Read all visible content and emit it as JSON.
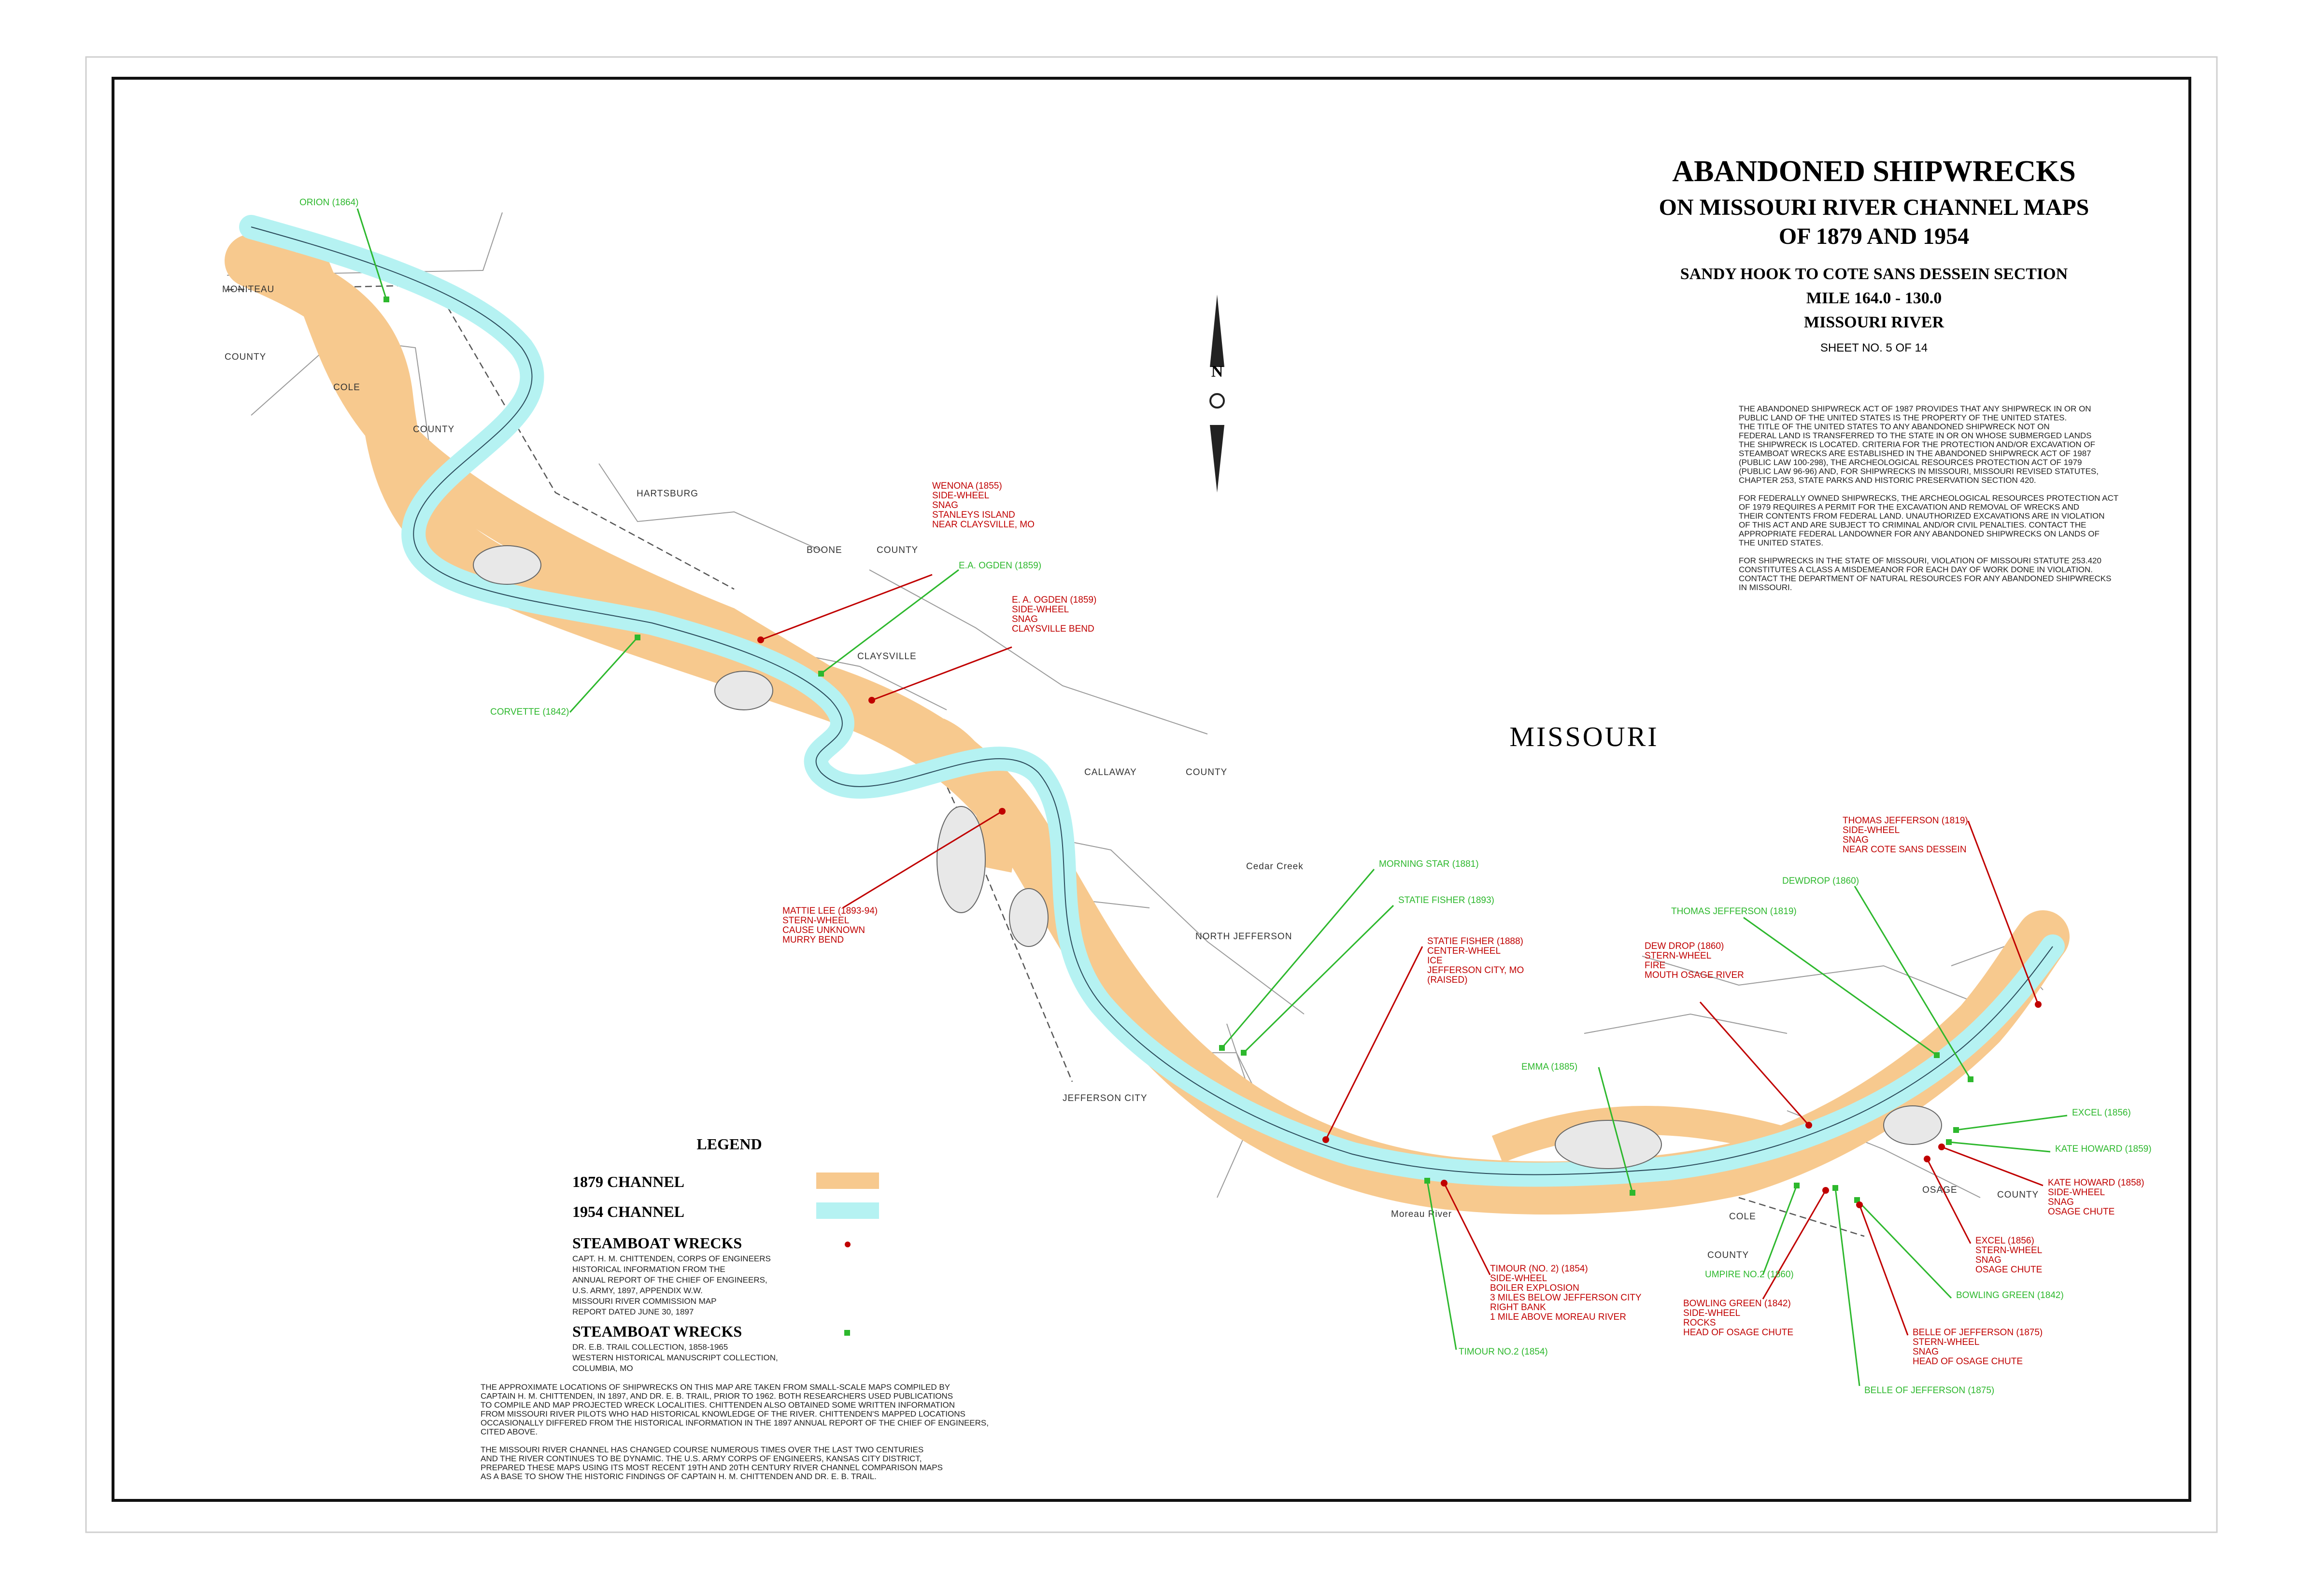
{
  "title": {
    "line1": "ABANDONED SHIPWRECKS",
    "line2": "ON MISSOURI RIVER CHANNEL MAPS",
    "line3": "OF 1879 AND 1954",
    "section": "SANDY HOOK TO COTE SANS DESSEIN SECTION",
    "mile": "MILE 164.0 - 130.0",
    "river": "MISSOURI RIVER",
    "sheet": "SHEET NO. 5 OF 14"
  },
  "state_label": "MISSOURI",
  "compass_letter": "N",
  "act_notes": [
    "THE ABANDONED SHIPWRECK ACT OF 1987 PROVIDES THAT ANY SHIPWRECK IN OR ON",
    "PUBLIC LAND OF THE UNITED STATES IS THE PROPERTY OF THE UNITED STATES.",
    "THE TITLE OF THE UNITED STATES TO ANY ABANDONED SHIPWRECK NOT ON",
    "FEDERAL LAND IS TRANSFERRED TO THE STATE IN OR ON WHOSE SUBMERGED LANDS",
    "THE SHIPWRECK IS LOCATED. CRITERIA FOR THE PROTECTION AND/OR EXCAVATION OF",
    "STEAMBOAT WRECKS ARE ESTABLISHED IN THE ABANDONED SHIPWRECK ACT OF 1987",
    "(PUBLIC LAW 100-298), THE ARCHEOLOGICAL RESOURCES PROTECTION ACT OF 1979",
    "(PUBLIC LAW 96-96) AND, FOR SHIPWRECKS IN MISSOURI, MISSOURI REVISED STATUTES,",
    "CHAPTER 253, STATE PARKS AND HISTORIC PRESERVATION SECTION 420.",
    "",
    "FOR FEDERALLY OWNED SHIPWRECKS, THE ARCHEOLOGICAL RESOURCES PROTECTION ACT",
    "OF 1979 REQUIRES A PERMIT FOR THE EXCAVATION AND REMOVAL OF WRECKS AND",
    "THEIR CONTENTS FROM FEDERAL LAND. UNAUTHORIZED EXCAVATIONS ARE IN VIOLATION",
    "OF THIS ACT AND ARE SUBJECT TO CRIMINAL AND/OR CIVIL PENALTIES. CONTACT THE",
    "APPROPRIATE FEDERAL LANDOWNER FOR ANY ABANDONED SHIPWRECKS ON LANDS OF",
    "THE UNITED STATES.",
    "",
    "FOR SHIPWRECKS IN THE STATE OF MISSOURI, VIOLATION OF MISSOURI STATUTE 253.420",
    "CONSTITUTES A CLASS A MISDEMEANOR FOR EACH DAY OF WORK DONE IN VIOLATION.",
    "CONTACT THE DEPARTMENT OF NATURAL RESOURCES FOR ANY ABANDONED SHIPWRECKS",
    "IN MISSOURI."
  ],
  "legend": {
    "title": "LEGEND",
    "channel_1879": "1879 CHANNEL",
    "channel_1954": "1954 CHANNEL",
    "color_1879": "#f7c98e",
    "color_1954": "#b5f2f2",
    "red_heading": "STEAMBOAT WRECKS",
    "red_lines": [
      "CAPT. H. M. CHITTENDEN, CORPS OF ENGINEERS",
      "HISTORICAL INFORMATION FROM THE",
      "ANNUAL REPORT OF THE CHIEF OF ENGINEERS,",
      "U.S. ARMY, 1897, APPENDIX W.W.",
      "MISSOURI RIVER COMMISSION MAP",
      "REPORT DATED JUNE 30, 1897"
    ],
    "green_heading": "STEAMBOAT WRECKS",
    "green_lines": [
      "DR. E.B. TRAIL COLLECTION, 1858-1965",
      "WESTERN HISTORICAL MANUSCRIPT COLLECTION,",
      "COLUMBIA, MO"
    ],
    "red_color": "#c00000",
    "green_color": "#2db82d"
  },
  "bottom_notes": [
    "THE APPROXIMATE LOCATIONS OF SHIPWRECKS ON THIS MAP ARE TAKEN FROM SMALL-SCALE MAPS COMPILED BY",
    "CAPTAIN H. M. CHITTENDEN, IN 1897, AND DR. E. B. TRAIL, PRIOR TO 1962. BOTH RESEARCHERS USED PUBLICATIONS",
    "TO COMPILE AND MAP PROJECTED WRECK LOCALITIES. CHITTENDEN ALSO OBTAINED SOME WRITTEN INFORMATION",
    "FROM MISSOURI RIVER PILOTS WHO HAD HISTORICAL KNOWLEDGE OF THE RIVER. CHITTENDEN'S MAPPED LOCATIONS",
    "OCCASIONALLY DIFFERED FROM THE HISTORICAL INFORMATION IN THE 1897 ANNUAL REPORT OF THE CHIEF OF ENGINEERS,",
    "CITED ABOVE.",
    "",
    "THE MISSOURI RIVER CHANNEL HAS CHANGED COURSE NUMEROUS TIMES OVER THE LAST TWO CENTURIES",
    "AND THE RIVER CONTINUES TO BE DYNAMIC. THE U.S. ARMY CORPS OF ENGINEERS, KANSAS CITY DISTRICT,",
    "PREPARED THESE MAPS USING ITS MOST RECENT 19TH AND 20TH CENTURY RIVER CHANNEL COMPARISON MAPS",
    "AS A BASE TO SHOW THE HISTORIC FINDINGS OF CAPTAIN H. M. CHITTENDEN AND DR. E. B. TRAIL."
  ],
  "places": [
    {
      "id": "moniteau",
      "text": "MONITEAU"
    },
    {
      "id": "county-w",
      "text": "COUNTY"
    },
    {
      "id": "cole",
      "text": "COLE"
    },
    {
      "id": "county-c",
      "text": "COUNTY"
    },
    {
      "id": "hartsburg",
      "text": "HARTSBURG"
    },
    {
      "id": "boone",
      "text": "BOONE"
    },
    {
      "id": "boone-county",
      "text": "COUNTY"
    },
    {
      "id": "claysville",
      "text": "CLAYSVILLE"
    },
    {
      "id": "callaway",
      "text": "CALLAWAY"
    },
    {
      "id": "callaway-county",
      "text": "COUNTY"
    },
    {
      "id": "north-jefferson",
      "text": "NORTH JEFFERSON"
    },
    {
      "id": "jefferson-city",
      "text": "JEFFERSON CITY"
    },
    {
      "id": "cole2",
      "text": "COLE"
    },
    {
      "id": "county2",
      "text": "COUNTY"
    },
    {
      "id": "osage",
      "text": "OSAGE"
    },
    {
      "id": "osage-county",
      "text": "COUNTY"
    },
    {
      "id": "cedar-creek",
      "text": "Cedar Creek"
    },
    {
      "id": "moreau",
      "text": "Moreau River"
    }
  ],
  "wrecks": [
    {
      "id": "orion",
      "color": "green",
      "lines": [
        "ORION (1864)"
      ]
    },
    {
      "id": "wenona",
      "color": "red",
      "lines": [
        "WENONA (1855)",
        "SIDE-WHEEL",
        "SNAG",
        "STANLEYS ISLAND",
        "NEAR CLAYSVILLE, MO"
      ]
    },
    {
      "id": "ea-ogden-g",
      "color": "green",
      "lines": [
        "E.A. OGDEN (1859)"
      ]
    },
    {
      "id": "ea-ogden-r",
      "color": "red",
      "lines": [
        "E. A. OGDEN (1859)",
        "SIDE-WHEEL",
        "SNAG",
        "CLAYSVILLE BEND"
      ]
    },
    {
      "id": "corvette",
      "color": "green",
      "lines": [
        "CORVETTE (1842)"
      ]
    },
    {
      "id": "mattie-lee",
      "color": "red",
      "lines": [
        "MATTIE LEE (1893-94)",
        "STERN-WHEEL",
        "CAUSE UNKNOWN",
        "MURRY BEND"
      ]
    },
    {
      "id": "morning-star",
      "color": "green",
      "lines": [
        "MORNING STAR (1881)"
      ]
    },
    {
      "id": "statie-fisher-g",
      "color": "green",
      "lines": [
        "STATIE FISHER (1893)"
      ]
    },
    {
      "id": "statie-fisher-r",
      "color": "red",
      "lines": [
        "STATIE FISHER (1888)",
        "CENTER-WHEEL",
        "ICE",
        "JEFFERSON CITY, MO",
        "(RAISED)"
      ]
    },
    {
      "id": "emma",
      "color": "green",
      "lines": [
        "EMMA (1885)"
      ]
    },
    {
      "id": "dew-drop-r",
      "color": "red",
      "lines": [
        "DEW DROP (1860)",
        "STERN-WHEEL",
        "FIRE",
        "MOUTH OSAGE RIVER"
      ]
    },
    {
      "id": "thomas-jefferson-g",
      "color": "green",
      "lines": [
        "THOMAS JEFFERSON (1819)"
      ]
    },
    {
      "id": "dewdrop-g",
      "color": "green",
      "lines": [
        "DEWDROP (1860)"
      ]
    },
    {
      "id": "thomas-jefferson-r",
      "color": "red",
      "lines": [
        "THOMAS JEFFERSON (1819)",
        "SIDE-WHEEL",
        "SNAG",
        "NEAR COTE SANS DESSEIN"
      ]
    },
    {
      "id": "excel-g",
      "color": "green",
      "lines": [
        "EXCEL (1856)"
      ]
    },
    {
      "id": "kate-howard-g",
      "color": "green",
      "lines": [
        "KATE HOWARD (1859)"
      ]
    },
    {
      "id": "kate-howard-r",
      "color": "red",
      "lines": [
        "KATE HOWARD (1858)",
        "SIDE-WHEEL",
        "SNAG",
        "OSAGE CHUTE"
      ]
    },
    {
      "id": "excel-r",
      "color": "red",
      "lines": [
        "EXCEL (1856)",
        "STERN-WHEEL",
        "SNAG",
        "OSAGE CHUTE"
      ]
    },
    {
      "id": "bowling-green-g",
      "color": "green",
      "lines": [
        "BOWLING GREEN (1842)"
      ]
    },
    {
      "id": "belle-r",
      "color": "red",
      "lines": [
        "BELLE OF JEFFERSON (1875)",
        "STERN-WHEEL",
        "SNAG",
        "HEAD OF OSAGE CHUTE"
      ]
    },
    {
      "id": "belle-g",
      "color": "green",
      "lines": [
        "BELLE OF JEFFERSON (1875)"
      ]
    },
    {
      "id": "bowling-green-r",
      "color": "red",
      "lines": [
        "BOWLING GREEN (1842)",
        "SIDE-WHEEL",
        "ROCKS",
        "HEAD OF OSAGE CHUTE"
      ]
    },
    {
      "id": "umpire",
      "color": "green",
      "lines": [
        "UMPIRE NO.2 (1860)"
      ]
    },
    {
      "id": "timour-r",
      "color": "red",
      "lines": [
        "TIMOUR (NO. 2) (1854)",
        "SIDE-WHEEL",
        "BOILER EXPLOSION",
        "3 MILES BELOW JEFFERSON CITY",
        "RIGHT BANK",
        "1 MILE ABOVE MOREAU RIVER"
      ]
    },
    {
      "id": "timour-g",
      "color": "green",
      "lines": [
        "TIMOUR NO.2 (1854)"
      ]
    }
  ]
}
